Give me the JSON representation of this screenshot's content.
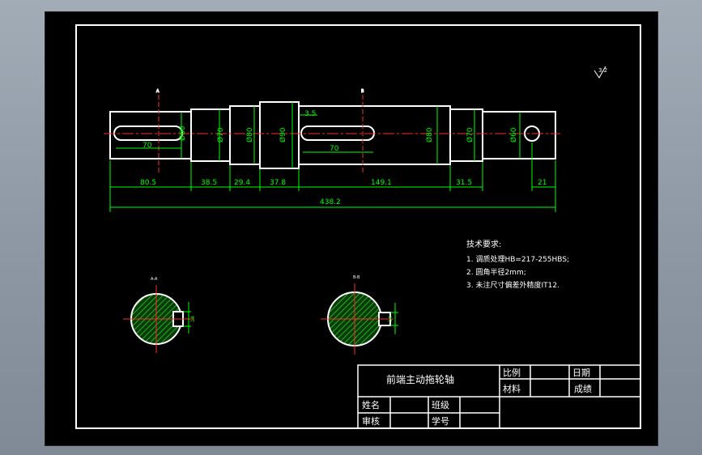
{
  "drawing": {
    "title": "前端主动拖轮轴",
    "surface_mark": "3.2",
    "section_a_label": "A",
    "section_b_label": "B",
    "cut_a_label": "A-A",
    "cut_b_label": "B-B",
    "diameters": {
      "d1": "Ø60",
      "d2": "Ø70",
      "d3": "Ø80",
      "d4": "Ø90",
      "d5": "Ø80",
      "d6": "Ø70",
      "d7": "Ø60"
    },
    "dims": {
      "key1_len": "70",
      "key2_len": "70",
      "seg1": "80.5",
      "seg2": "38.5",
      "seg3": "29.4",
      "seg4": "37.8",
      "seg5": "149.1",
      "seg6": "31.5",
      "hole": "21",
      "shoulder": "3.5",
      "total": "438.2",
      "kwa": "14",
      "kwb": "14"
    },
    "notes": {
      "heading": "技术要求:",
      "n1": "1. 调质处理HB=217-255HBS;",
      "n2": "2. 圆角半径2mm;",
      "n3": "3. 未注尺寸偏差外精度IT12."
    },
    "title_block": {
      "scale": "比例",
      "date": "日期",
      "material": "材料",
      "score": "成绩",
      "name": "姓名",
      "class": "班级",
      "reviewer": "审核",
      "student_no": "学号"
    },
    "colors": {
      "line": "#ffffff",
      "dimension": "#00ff00",
      "center": "#ff0000",
      "hatch": "#00cc00"
    }
  }
}
